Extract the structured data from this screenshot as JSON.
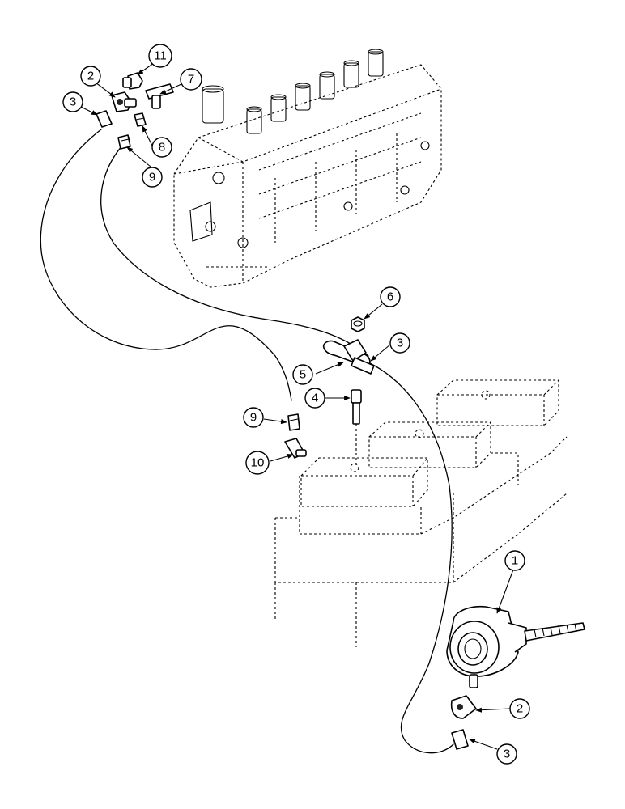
{
  "callouts": {
    "c1": "1",
    "c2_top": "2",
    "c2_bottom": "2",
    "c3_top": "3",
    "c3_mid": "3",
    "c3_bottom": "3",
    "c4": "4",
    "c5": "5",
    "c6": "6",
    "c7": "7",
    "c8": "8",
    "c9_top": "9",
    "c9_mid": "9",
    "c10": "10",
    "c11": "11"
  },
  "icons": {
    "injection_pump": "fuel-injection-pump-illustration",
    "engine_block": "engine-block-outline",
    "wastegate_actuator": "wastegate-actuator-illustration"
  }
}
